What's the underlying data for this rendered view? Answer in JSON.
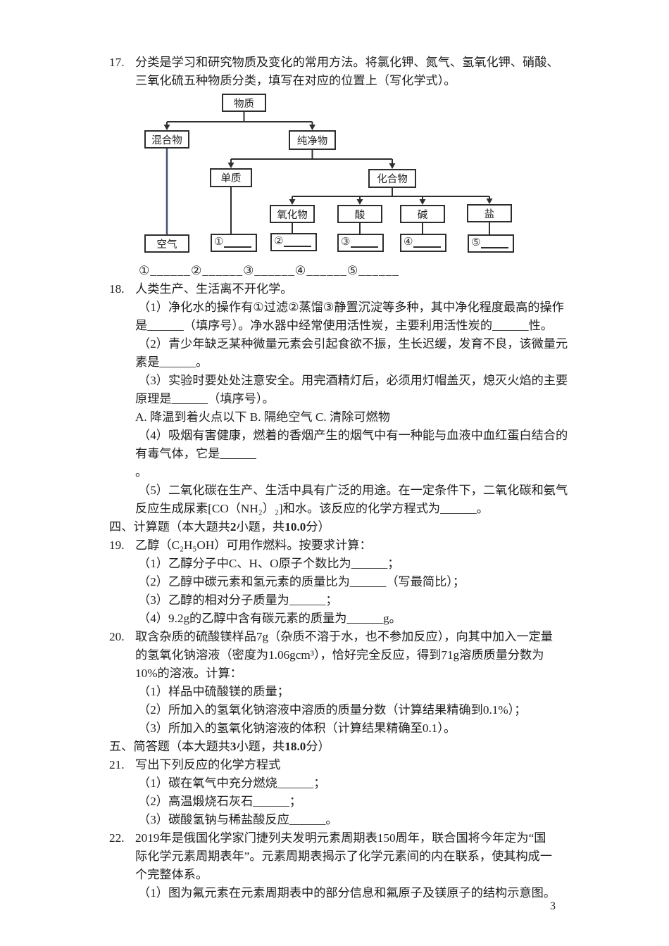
{
  "page": {
    "number": "3"
  },
  "q17": {
    "num": "17.",
    "line1": "分类是学习和研究物质及变化的常用方法。将氯化钾、氮气、氢氧化钾、硝酸、",
    "line2": "三氧化硫五种物质分类，填写在对应的位置上（写化学式）。",
    "answer_line": "①______②______③______④______⑤______"
  },
  "diagram": {
    "root": "物质",
    "mixture": "混合物",
    "pure": "纯净物",
    "element": "单质",
    "compound": "化合物",
    "oxide": "氧化物",
    "acid": "酸",
    "base": "碱",
    "salt": "盐",
    "air": "空气",
    "slot1": "①",
    "slot2": "②",
    "slot3": "③",
    "slot4": "④",
    "slot5": "⑤"
  },
  "q18": {
    "num": "18.",
    "intro": "人类生产、生活离不开化学。",
    "lines": [
      "（1）净化水的操作有①过滤②蒸馏③静置沉淀等多种，其中净化程度最高的操作",
      "是______（填序号）。净水器中经常使用活性炭，主要利用活性炭的______性。",
      "（2）青少年缺乏某种微量元素会引起食欲不振，生长迟缓，发育不良，该微量元",
      "素是______。",
      "（3）实验时要处处注意安全。用完酒精灯后，必须用灯帽盖灭，熄灭火焰的主要",
      "原理是______（填序号）。",
      "A. 降温到着火点以下  B. 隔绝空气  C. 清除可燃物",
      "（4）吸烟有害健康，燃着的香烟产生的烟气中有一种能与血液中血红蛋白结合的",
      "有毒气体，它是______",
      "。",
      "（5）二氧化碳在生产、生活中具有广泛的用途。在一定条件下，二氧化碳和氨气",
      "反应生成尿素[CO（NH₂）₂]和水。该反应的化学方程式为______。"
    ]
  },
  "sec4": {
    "pre": "四、计算题（本大题共",
    "n1": "2",
    "mid": "小题，共",
    "n2": "10.0",
    "suf": "分）"
  },
  "q19": {
    "num": "19.",
    "intro": "乙醇（C₂H₅OH）可用作燃料。按要求计算：",
    "subs": [
      "（1）乙醇分子中C、H、O原子个数比为______；",
      "（2）乙醇中碳元素和氢元素的质量比为______（写最简比）；",
      "（3）乙醇的相对分子质量为______；",
      "（4）9.2g的乙醇中含有碳元素的质量为______g。"
    ]
  },
  "q20": {
    "num": "20.",
    "line1": "取含杂质的硫酸镁样品7g（杂质不溶于水，也不参加反应），向其中加入一定量",
    "line2": "的氢氧化钠溶液（密度为1.06gcm³），恰好完全反应，得到71g溶质质量分数为",
    "line3": "10%的溶液。计算：",
    "subs": [
      "（1）样品中硫酸镁的质量；",
      "（2）所加入的氢氧化钠溶液中溶质的质量分数（计算结果精确到0.1%）；",
      "（3）所加入的氢氧化钠溶液的体积（计算结果精确至0.1）。"
    ]
  },
  "sec5": {
    "pre": "五、简答题（本大题共",
    "n1": "3",
    "mid": "小题，共",
    "n2": "18.0",
    "suf": "分）"
  },
  "q21": {
    "num": "21.",
    "intro": "写出下列反应的化学方程式",
    "subs": [
      "（1）碳在氧气中充分燃烧______；",
      "（2）高温煅烧石灰石______；",
      "（3）碳酸氢钠与稀盐酸反应______。"
    ]
  },
  "q22": {
    "num": "22.",
    "line1": "2019年是俄国化学家门捷列夫发明元素周期表150周年，联合国将今年定为“国",
    "line2": "际化学元素周期表年”。元素周期表揭示了化学元素间的内在联系，使其构成一",
    "line3": "个完整体系。",
    "sub1": "（1）图为氟元素在元素周期表中的部分信息和氟原子及镁原子的结构示意图。"
  }
}
